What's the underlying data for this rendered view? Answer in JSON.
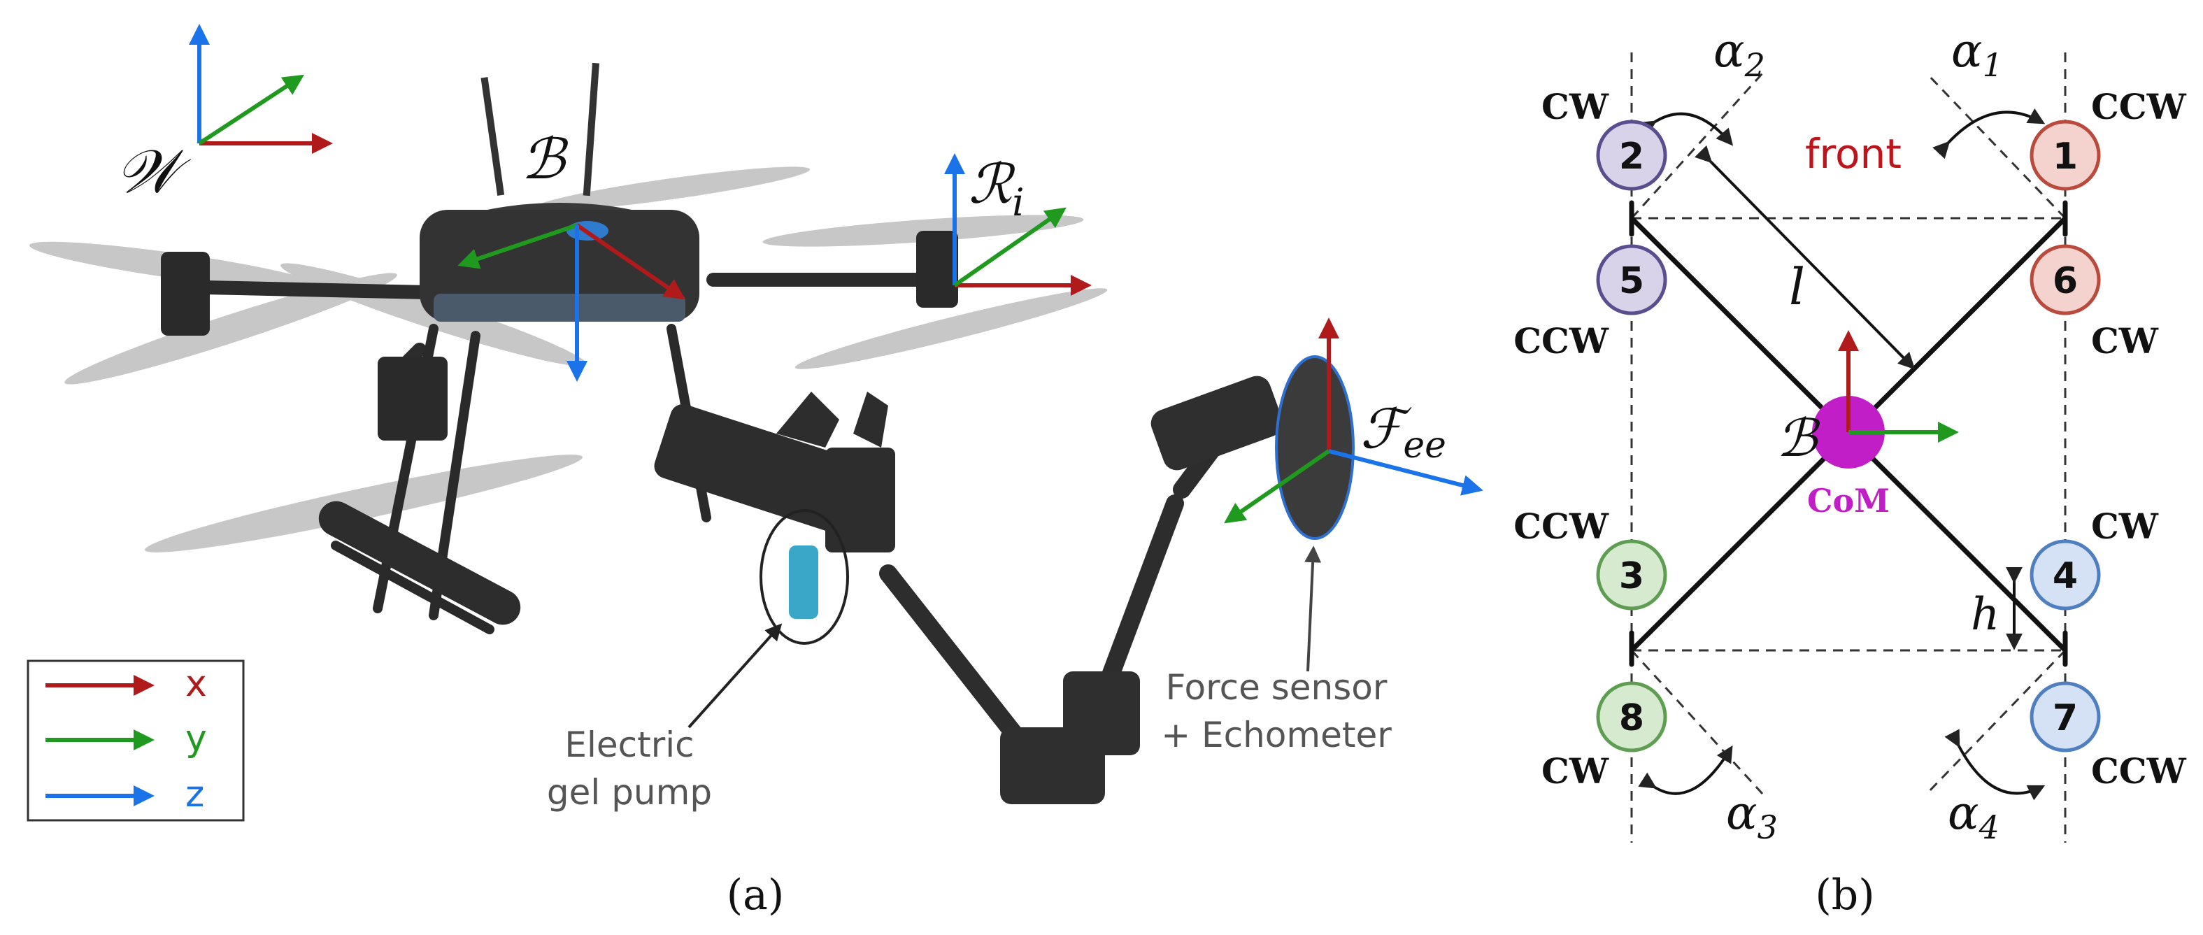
{
  "panel_a": {
    "label": "(a)",
    "frame_world": "𝒲",
    "frame_body": "ℬ",
    "frame_rotor": "ℛ",
    "frame_rotor_sub": "i",
    "frame_ee": "ℱ",
    "frame_ee_sub": "ee",
    "pump_label_line1": "Electric",
    "pump_label_line2": "gel pump",
    "sensor_label_line1": "Force sensor",
    "sensor_label_line2": "+ Echometer",
    "legend": [
      {
        "label": "x",
        "color": "#b01a1a"
      },
      {
        "label": "y",
        "color": "#1f9a1f"
      },
      {
        "label": "z",
        "color": "#1a73e8"
      }
    ]
  },
  "panel_b": {
    "label": "(b)",
    "front_label": "front",
    "com_label": "CoM",
    "body_label": "ℬ",
    "arm_length_label": "l",
    "height_label": "h",
    "angles": [
      {
        "sym": "α",
        "sub": "2"
      },
      {
        "sym": "α",
        "sub": "1"
      },
      {
        "sym": "α",
        "sub": "3"
      },
      {
        "sym": "α",
        "sub": "4"
      }
    ],
    "rotors": [
      {
        "num": "1",
        "dir": "CCW",
        "fill": "#f4d3cf",
        "stroke": "#b94a3c"
      },
      {
        "num": "2",
        "dir": "CW",
        "fill": "#d9d3ea",
        "stroke": "#5a4e8e"
      },
      {
        "num": "3",
        "dir": "CCW",
        "fill": "#d6ead0",
        "stroke": "#5f9e52"
      },
      {
        "num": "4",
        "dir": "CW",
        "fill": "#d5e2f5",
        "stroke": "#4f7fc0"
      },
      {
        "num": "5",
        "dir": "CCW",
        "fill": "#d9d3ea",
        "stroke": "#5a4e8e"
      },
      {
        "num": "6",
        "dir": "CW",
        "fill": "#f4d3cf",
        "stroke": "#b94a3c"
      },
      {
        "num": "7",
        "dir": "CCW",
        "fill": "#d5e2f5",
        "stroke": "#4f7fc0"
      },
      {
        "num": "8",
        "dir": "CW",
        "fill": "#d6ead0",
        "stroke": "#5f9e52"
      }
    ],
    "colors": {
      "com": "#c21ec8",
      "front": "#c0141c",
      "axis_x": "#b01a1a",
      "axis_y": "#1f9a1f"
    }
  }
}
